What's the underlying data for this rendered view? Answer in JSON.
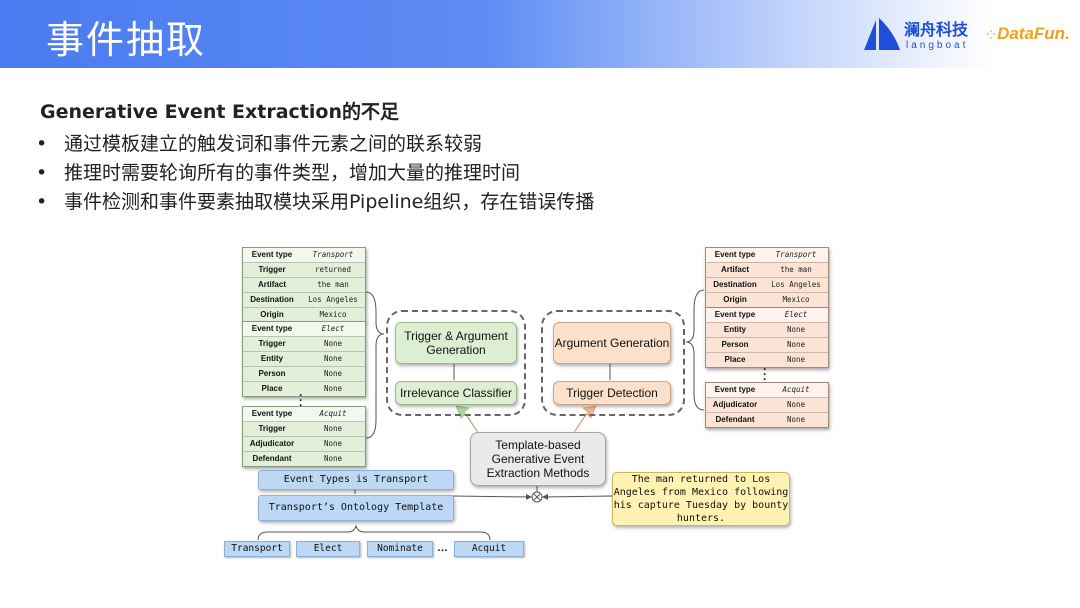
{
  "header": {
    "title": "事件抽取"
  },
  "logos": {
    "langboat_cn": "澜舟科技",
    "langboat_en": "langboat",
    "datafun": "DataFun."
  },
  "subtitle": "Generative Event Extraction的不足",
  "bullets": [
    "通过模板建立的触发词和事件元素之间的联系较弱",
    "推理时需要轮询所有的事件类型，增加大量的推理时间",
    "事件检测和事件要素抽取模块采用Pipeline组织，存在错误传播"
  ],
  "diagram": {
    "left_tables": [
      {
        "rows": [
          [
            "Event type",
            "Transport"
          ],
          [
            "Trigger",
            "returned"
          ],
          [
            "Artifact",
            "the man"
          ],
          [
            "Destination",
            "Los Angeles"
          ],
          [
            "Origin",
            "Mexico"
          ]
        ]
      },
      {
        "rows": [
          [
            "Event type",
            "Elect"
          ],
          [
            "Trigger",
            "None"
          ],
          [
            "Entity",
            "None"
          ],
          [
            "Person",
            "None"
          ],
          [
            "Place",
            "None"
          ]
        ]
      },
      {
        "rows": [
          [
            "Event type",
            "Acquit"
          ],
          [
            "Trigger",
            "None"
          ],
          [
            "Adjudicator",
            "None"
          ],
          [
            "Defendant",
            "None"
          ]
        ]
      }
    ],
    "right_tables": [
      {
        "rows": [
          [
            "Event type",
            "Transport"
          ],
          [
            "Artifact",
            "the man"
          ],
          [
            "Destination",
            "Los Angeles"
          ],
          [
            "Origin",
            "Mexico"
          ]
        ]
      },
      {
        "rows": [
          [
            "Event type",
            "Elect"
          ],
          [
            "Entity",
            "None"
          ],
          [
            "Person",
            "None"
          ],
          [
            "Place",
            "None"
          ]
        ]
      },
      {
        "rows": [
          [
            "Event type",
            "Acquit"
          ],
          [
            "Adjudicator",
            "None"
          ],
          [
            "Defendant",
            "None"
          ]
        ]
      }
    ],
    "trigger_arg_gen": "Trigger & Argument Generation",
    "irrelevance_classifier": "Irrelevance Classifier",
    "argument_gen": "Argument Generation",
    "trigger_detection": "Trigger Detection",
    "template_methods": "Template-based Generative Event Extraction Methods",
    "event_types_box": "Event Types is Transport",
    "ontology_box": "Transport’s Ontology Template",
    "sentence_box": "The man returned to Los Angeles from Mexico following his capture Tuesday by bounty hunters.",
    "chips": [
      "Transport",
      "Elect",
      "Nominate",
      "Acquit"
    ],
    "chip_ellipsis": "…"
  },
  "colors": {
    "header_blue": "#4a7bf0",
    "green_box": "#dcefd2",
    "orange_box": "#fbe1cc",
    "blue_box": "#bcd8f5",
    "yellow_box": "#fff2b3",
    "arrow_green": "#a8d89a",
    "arrow_orange": "#f5b58a"
  }
}
